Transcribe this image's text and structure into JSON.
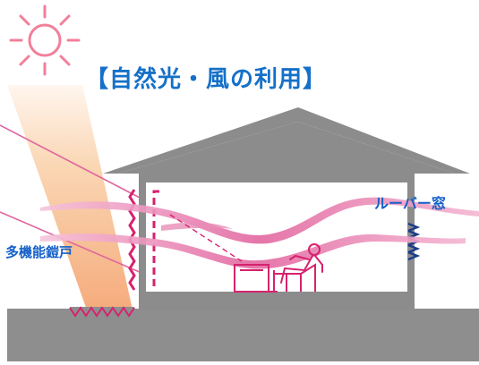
{
  "diagram": {
    "title": "【自然光・風の利用】",
    "labels": {
      "storm_shutter": "多機能鎧戸",
      "louver_window": "ルーバー窓"
    }
  },
  "colors": {
    "title": "#1570c8",
    "label": "#1560c8",
    "sun": "#f27f9a",
    "sunbeam": "#f6b98a",
    "house": "#8c8c8c",
    "wind": "#e0669e",
    "room_lines": "#d6226e"
  }
}
